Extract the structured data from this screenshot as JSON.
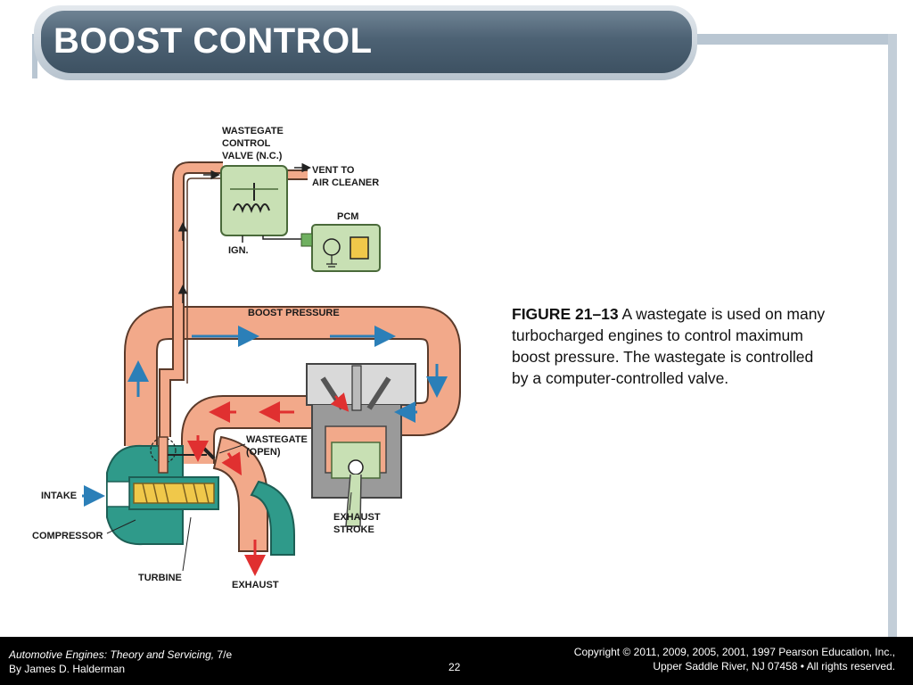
{
  "slide": {
    "title": "BOOST CONTROL",
    "page_number": "22"
  },
  "caption": {
    "figure_label": "FIGURE 21–13",
    "text": " A wastegate is used on many turbocharged engines to control maximum boost pressure. The wastegate is controlled by a computer-controlled valve."
  },
  "diagram_labels": {
    "wastegate_control_1": "WASTEGATE",
    "wastegate_control_2": "CONTROL",
    "wastegate_control_3": "VALVE (N.C.)",
    "vent_1": "VENT TO",
    "vent_2": "AIR CLEANER",
    "pcm": "PCM",
    "ign": "IGN.",
    "boost_pressure": "BOOST PRESSURE",
    "wastegate_open_1": "WASTEGATE",
    "wastegate_open_2": "(OPEN)",
    "intake": "INTAKE",
    "compressor": "COMPRESSOR",
    "turbine": "TURBINE",
    "exhaust": "EXHAUST",
    "exhaust_stroke_1": "EXHAUST",
    "exhaust_stroke_2": "STROKE"
  },
  "footer": {
    "book_title": "Automotive Engines: Theory and Servicing,",
    "edition": " 7/e",
    "author": "By James D. Halderman",
    "copyright": "Copyright © 2011, 2009, 2005, 2001, 1997 Pearson Education, Inc.,",
    "rights": "Upper Saddle River, NJ 07458 • All rights reserved."
  },
  "colors": {
    "duct": "#f2a98a",
    "duct_outline": "#5a3a2a",
    "valve": "#c8e0b4",
    "turbo": "#2f9a8a",
    "blue_arrow": "#2b7fb8",
    "red_arrow": "#e03030",
    "title_bar": "#4d6274"
  }
}
